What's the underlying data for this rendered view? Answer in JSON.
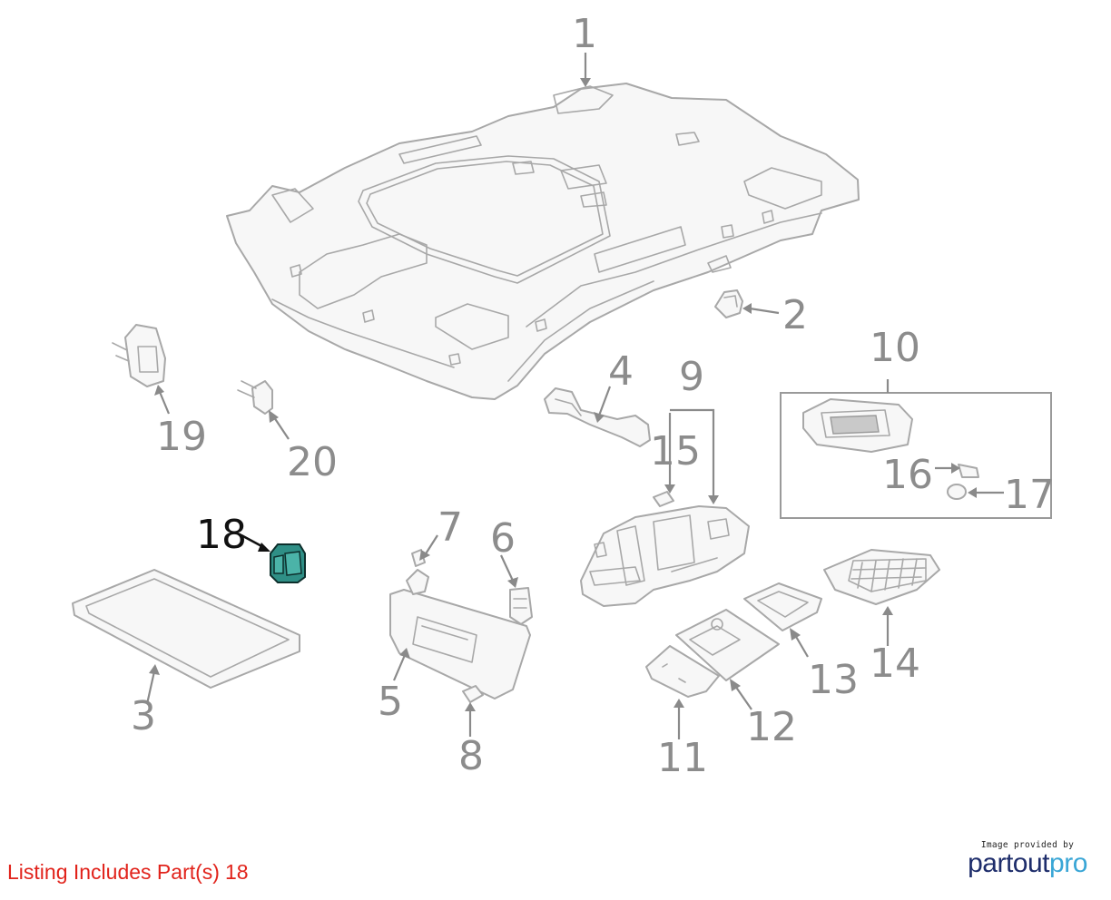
{
  "diagram": {
    "highlight_color": "#2f8f86",
    "callout_color": "#8c8c8c",
    "callouts": {
      "c1": "1",
      "c2": "2",
      "c3": "3",
      "c4": "4",
      "c5": "5",
      "c6": "6",
      "c7": "7",
      "c8": "8",
      "c9": "9",
      "c10": "10",
      "c11": "11",
      "c12": "12",
      "c13": "13",
      "c14": "14",
      "c15": "15",
      "c16": "16",
      "c17": "17",
      "c18": "18",
      "c19": "19",
      "c20": "20"
    },
    "highlighted_part": "18"
  },
  "footer": {
    "listing_prefix": "Listing Includes Part(s)",
    "listing_parts": "18",
    "listing_color": "#e1231b",
    "credit_small": "Image provided by",
    "credit_brand_a": "partout",
    "credit_brand_b": "pro"
  }
}
